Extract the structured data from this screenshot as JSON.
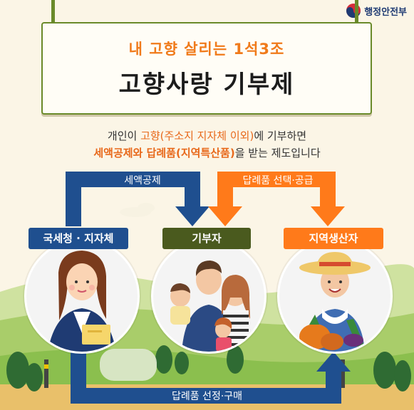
{
  "logo": {
    "text": "행정안전부",
    "icon": "taegeuk-icon"
  },
  "header": {
    "subtitle": "내 고향 살리는 1석3조",
    "title": "고향사랑 기부제"
  },
  "description": {
    "line1_pre": "개인이 ",
    "line1_hl": "고향(주소지 지자체 이외)",
    "line1_post": "에 기부하면",
    "line2_hl": "세액공제와 답례품(지역특산품)",
    "line2_post": "을 받는 제도입니다"
  },
  "flows": {
    "tax_credit": "세액공제",
    "gift_select": "답례품 선택·공급",
    "gift_purchase": "답례품 선정·구매"
  },
  "actors": {
    "government": "국세청 · 지자체",
    "donor": "기부자",
    "producer": "지역생산자"
  },
  "colors": {
    "navy": "#1f4f8f",
    "orange": "#ff7a1a",
    "olive": "#4a5a1e",
    "accent_orange": "#f07a1a"
  }
}
